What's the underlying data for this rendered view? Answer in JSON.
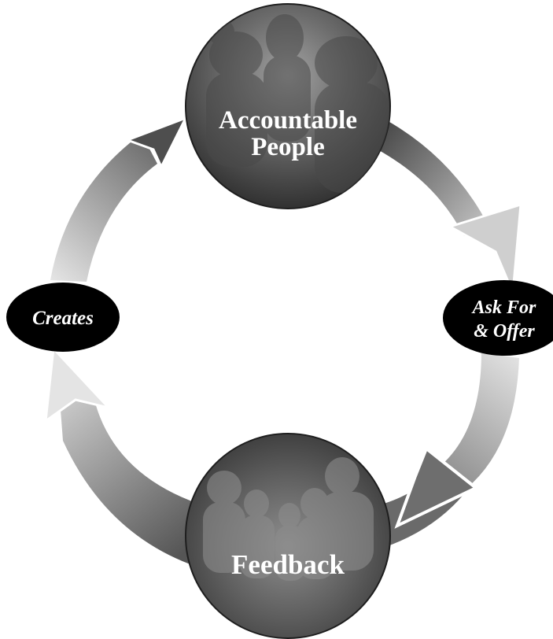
{
  "diagram": {
    "top_node": {
      "line1": "Accountable",
      "line2": "People"
    },
    "bottom_node": {
      "label": "Feedback"
    },
    "left_connector": {
      "label": "Creates"
    },
    "right_connector": {
      "line1": "Ask For",
      "line2": "& Offer"
    }
  },
  "colors": {
    "background": "#ffffff",
    "globe_dark": "#3a3a3a",
    "globe_light": "#8a8a8a",
    "connector_fill": "#000000",
    "label_text": "#ffffff",
    "arrow_dark": "#4d4d4d",
    "arrow_light": "#e2e2e2"
  }
}
